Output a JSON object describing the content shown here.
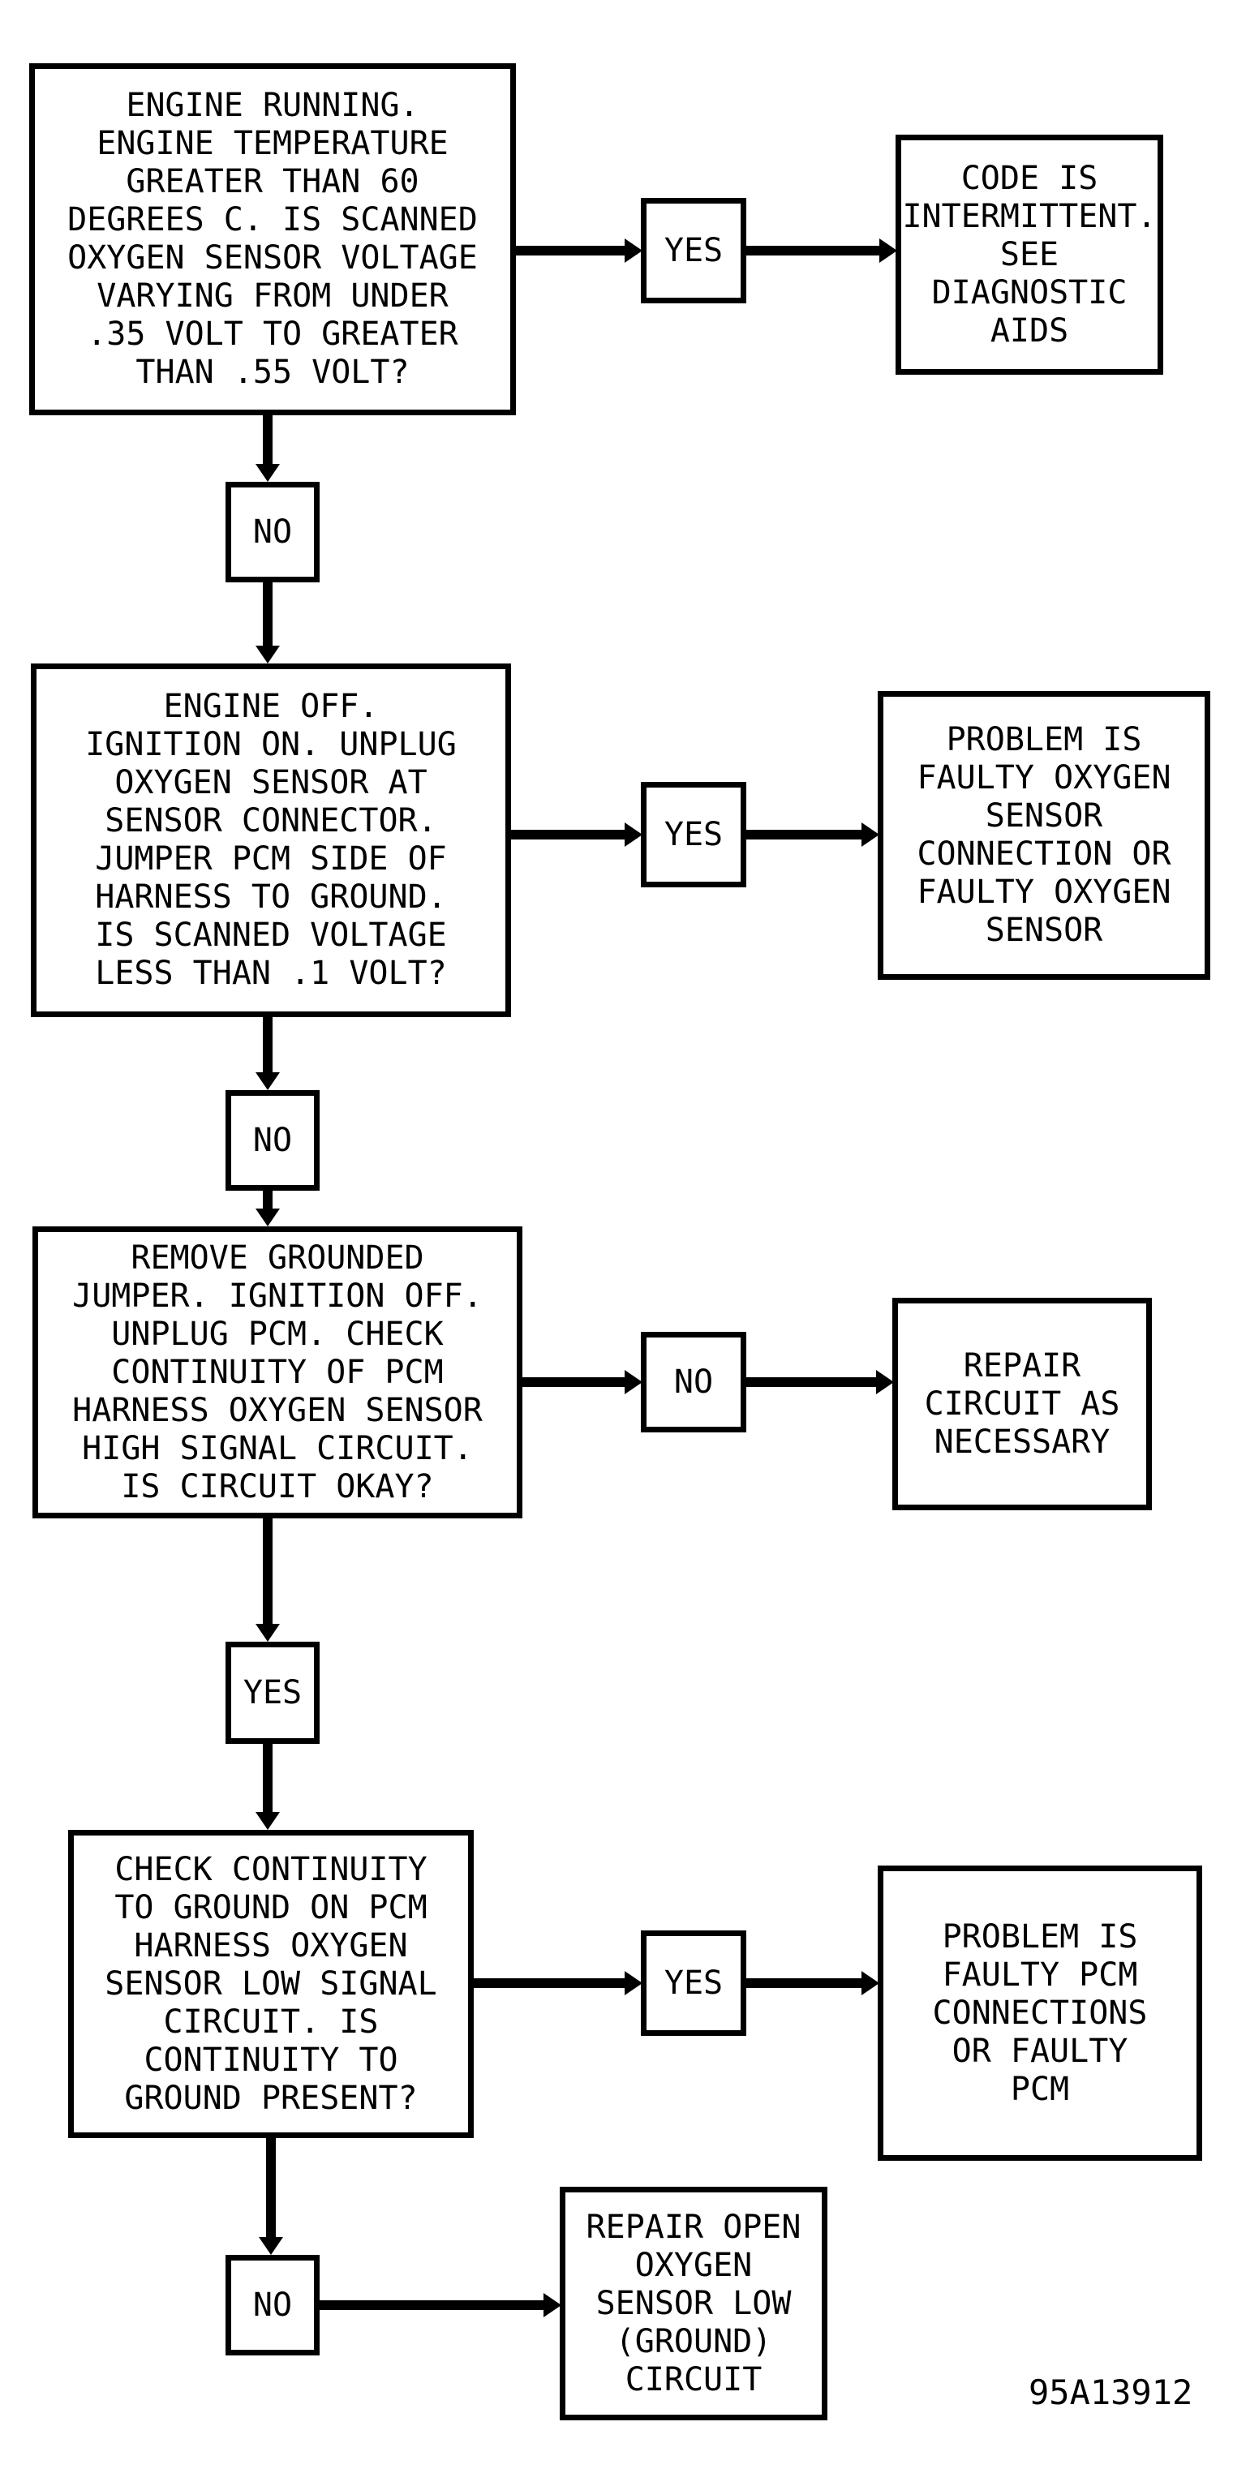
{
  "figure_code": "95A13912",
  "colors": {
    "ink": "#000000",
    "paper": "#ffffff"
  },
  "nodes": {
    "decision1": {
      "text": "ENGINE RUNNING.\nENGINE TEMPERATURE\nGREATER THAN 60\nDEGREES C. IS SCANNED\nOXYGEN SENSOR VOLTAGE\nVARYING FROM UNDER\n.35 VOLT TO GREATER\nTHAN .55 VOLT?"
    },
    "yes1": {
      "text": "YES"
    },
    "result1": {
      "text": "CODE IS\nINTERMITTENT.\nSEE\nDIAGNOSTIC\nAIDS"
    },
    "no1": {
      "text": "NO"
    },
    "decision2": {
      "text": "ENGINE OFF.\nIGNITION ON. UNPLUG\nOXYGEN SENSOR AT\nSENSOR CONNECTOR.\nJUMPER PCM SIDE OF\nHARNESS TO GROUND.\nIS SCANNED VOLTAGE\nLESS THAN .1 VOLT?"
    },
    "yes2": {
      "text": "YES"
    },
    "result2": {
      "text": "PROBLEM IS\nFAULTY OXYGEN\nSENSOR\nCONNECTION OR\nFAULTY OXYGEN\nSENSOR"
    },
    "no2": {
      "text": "NO"
    },
    "decision3": {
      "text": "REMOVE GROUNDED\nJUMPER. IGNITION OFF.\nUNPLUG PCM. CHECK\nCONTINUITY OF PCM\nHARNESS OXYGEN SENSOR\nHIGH SIGNAL CIRCUIT.\nIS CIRCUIT OKAY?"
    },
    "no3": {
      "text": "NO"
    },
    "result3": {
      "text": "REPAIR\nCIRCUIT AS\nNECESSARY"
    },
    "yes3": {
      "text": "YES"
    },
    "decision4": {
      "text": "CHECK CONTINUITY\nTO GROUND ON PCM\nHARNESS OXYGEN\nSENSOR LOW SIGNAL\nCIRCUIT. IS\nCONTINUITY TO\nGROUND PRESENT?"
    },
    "yes4": {
      "text": "YES"
    },
    "result4": {
      "text": "PROBLEM IS\nFAULTY PCM\nCONNECTIONS\nOR FAULTY\nPCM"
    },
    "no4": {
      "text": "NO"
    },
    "result5": {
      "text": "REPAIR OPEN\nOXYGEN\nSENSOR LOW\n(GROUND)\nCIRCUIT"
    }
  }
}
